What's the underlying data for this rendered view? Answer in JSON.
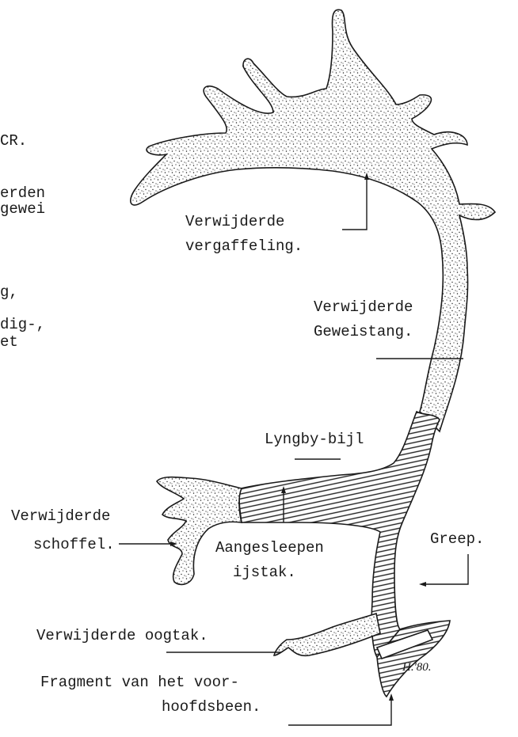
{
  "diagram": {
    "text_fragments": [
      "CR.",
      "erden",
      "gewei",
      "g,",
      "dig-,",
      "et"
    ],
    "labels": {
      "vergaffeling": [
        "Verwijderde",
        "vergaffeling."
      ],
      "geweistang": [
        "Verwijderde",
        "Geweistang."
      ],
      "lyngby": "Lyngby-bijl",
      "schoffel": [
        "Verwijderde",
        "schoffel."
      ],
      "greep": "Greep.",
      "aangesleept": [
        "Aangesleepen",
        "ijstak."
      ],
      "oogtak": "Verwijderde oogtak.",
      "voorhoofd": [
        "Fragment van het voor-",
        "hoofdsbeen."
      ]
    },
    "signature": "H.'80."
  }
}
